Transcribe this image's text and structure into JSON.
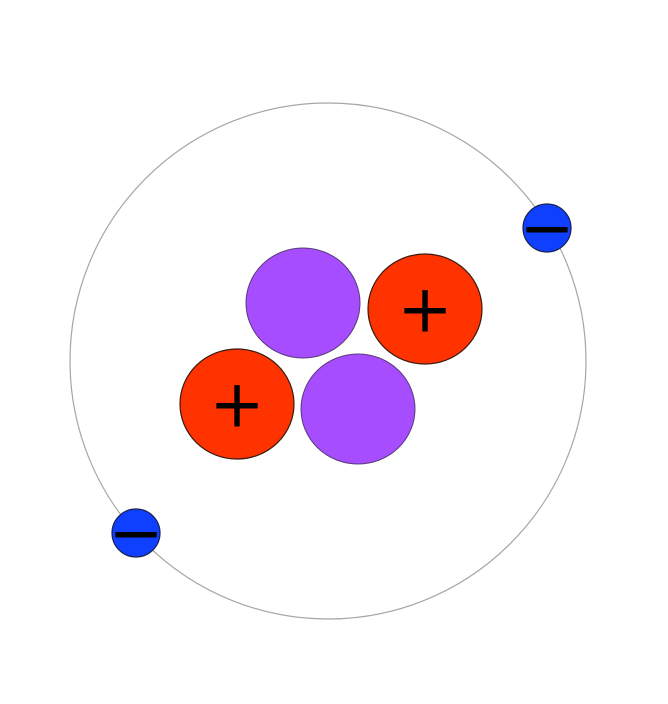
{
  "colors": {
    "background": "#ffffff",
    "orbit": "#a6a6a6",
    "proton": "#ff3300",
    "neutron": "#a64dff",
    "electron": "#0f3fff",
    "outline": "#333333"
  },
  "particles": {
    "neutrons": [
      {
        "name": "neutron-top"
      },
      {
        "name": "neutron-bottom"
      }
    ],
    "protons": [
      {
        "name": "proton-right",
        "symbol": "+"
      },
      {
        "name": "proton-left",
        "symbol": "+"
      }
    ],
    "electrons": [
      {
        "name": "electron-top-right",
        "symbol": "−"
      },
      {
        "name": "electron-bottom-left",
        "symbol": "−"
      }
    ]
  }
}
